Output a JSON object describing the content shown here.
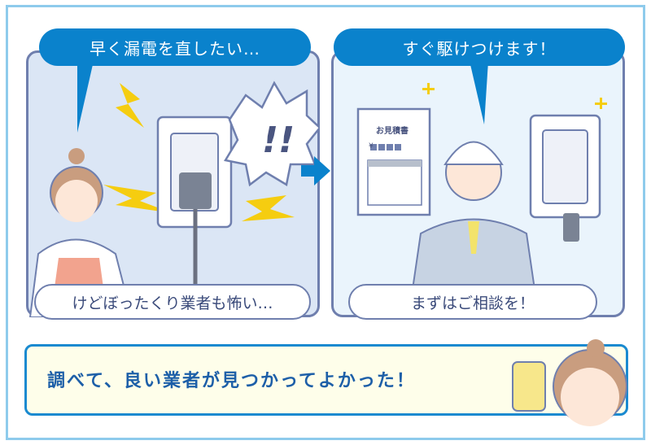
{
  "left_panel": {
    "bubble": "早く漏電を直したい…",
    "caption": "けどぼったくり業者も怖い…",
    "exclaim": "!!"
  },
  "right_panel": {
    "bubble": "すぐ駆けつけます！",
    "caption": "まずはご相談を！",
    "document": {
      "title": "お見積書",
      "yen": "¥"
    }
  },
  "banner": {
    "text": "調べて、良い業者が見つかってよかった！"
  },
  "colors": {
    "accent": "#0a82cc",
    "frame": "#8ecbec",
    "outline": "#6f7fae",
    "lightning": "#f5cd10"
  }
}
